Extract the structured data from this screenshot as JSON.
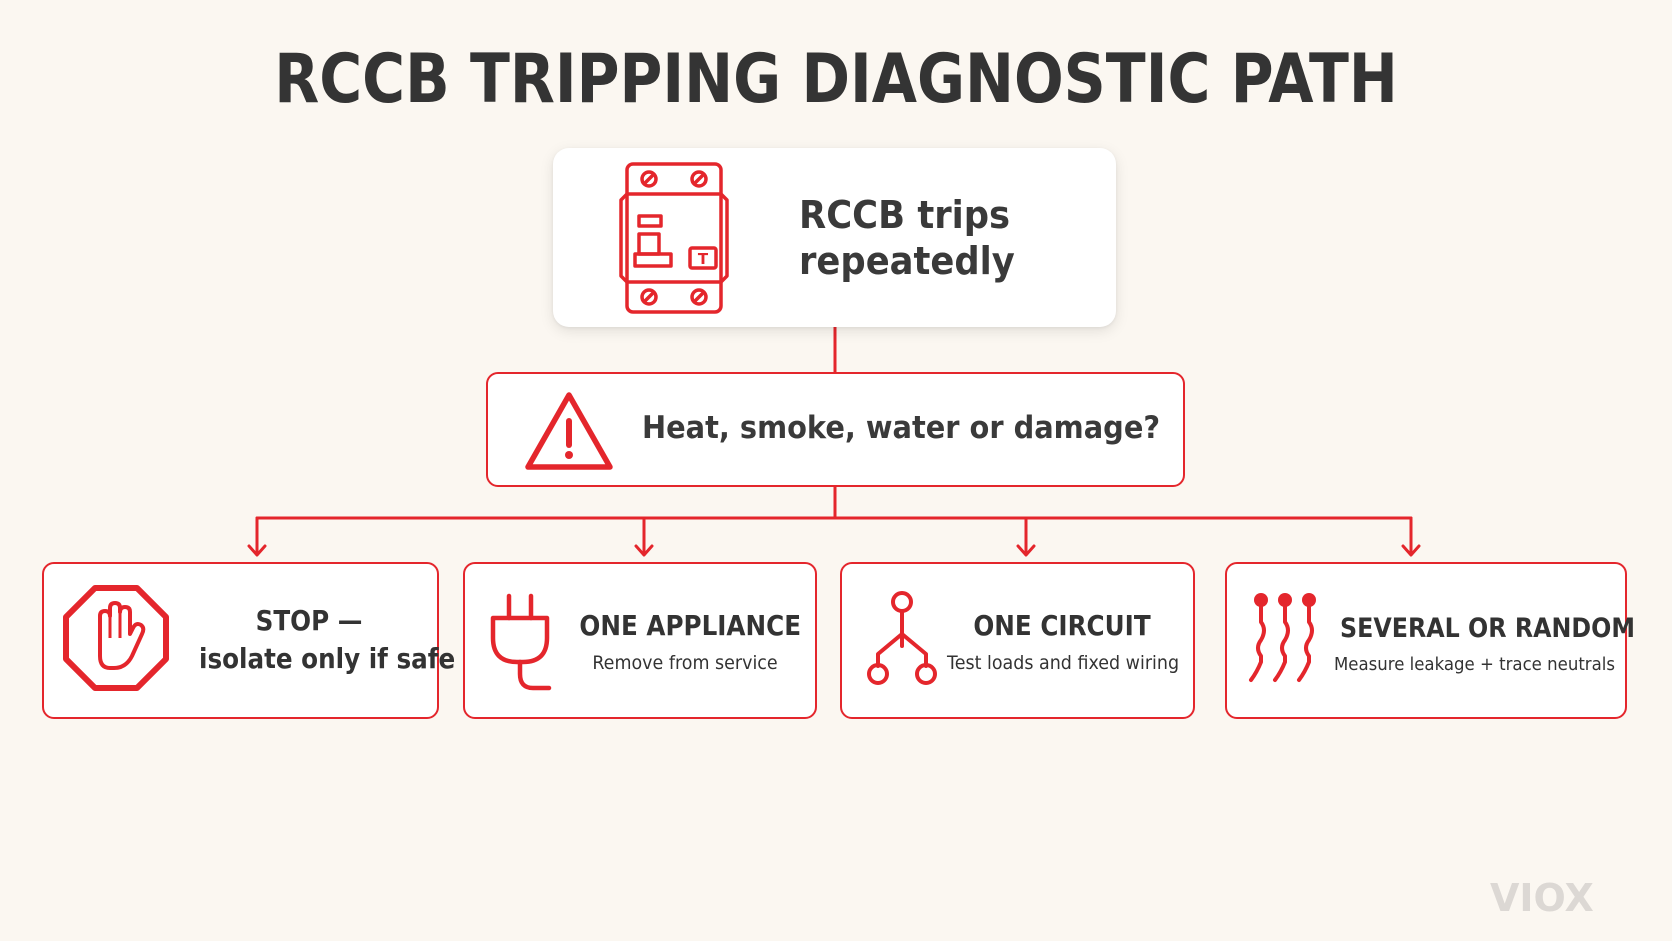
{
  "title": "RCCB TRIPPING DIAGNOSTIC PATH",
  "colors": {
    "accent": "#e4262c",
    "background": "#fbf7f1",
    "text": "#333333",
    "logo": "#dcd8d4"
  },
  "start": {
    "label": "RCCB trips\nrepeatedly",
    "icon": "rccb-breaker-icon"
  },
  "question": {
    "label": "Heat, smoke, water or damage?",
    "icon": "warning-triangle-icon"
  },
  "outcomes": [
    {
      "title": "STOP —",
      "subtitle": "isolate only if safe",
      "icon": "stop-hand-icon"
    },
    {
      "title": "ONE APPLIANCE",
      "subtitle": "Remove from service",
      "icon": "plug-icon"
    },
    {
      "title": "ONE CIRCUIT",
      "subtitle": "Test loads and fixed wiring",
      "icon": "circuit-branch-icon"
    },
    {
      "title": "SEVERAL OR RANDOM",
      "subtitle": "Measure leakage + trace neutrals",
      "icon": "multiple-wires-icon"
    }
  ],
  "logo": {
    "text": "VIOX"
  }
}
